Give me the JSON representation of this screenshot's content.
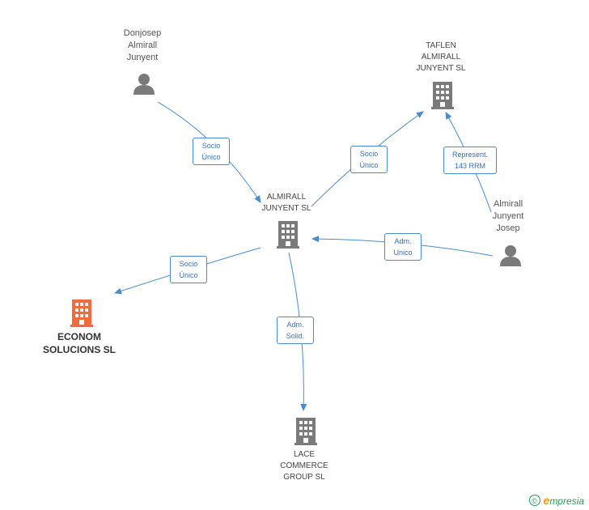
{
  "nodes": {
    "donjosep": {
      "label": "Donjosep\nAlmirall\nJunyent",
      "kind": "person"
    },
    "taflen": {
      "label": "TAFLEN\nALMIRALL\nJUNYENT  SL",
      "kind": "company"
    },
    "almirall_junyent_sl": {
      "label": "ALMIRALL\nJUNYENT SL",
      "kind": "company"
    },
    "almirall_josep": {
      "label": "Almirall\nJunyent\nJosep",
      "kind": "person"
    },
    "econom": {
      "label": "ECONOM\nSOLUCIONS SL",
      "kind": "company-focus"
    },
    "lace": {
      "label": "LACE\nCOMMERCE\nGROUP SL",
      "kind": "company"
    }
  },
  "edges": {
    "e1": {
      "label": "Socio\nÚnico"
    },
    "e2": {
      "label": "Socio\nÚnico"
    },
    "e3": {
      "label": "Represent.\n143 RRM"
    },
    "e4": {
      "label": "Adm.\nUnico"
    },
    "e5": {
      "label": "Socio\nÚnico"
    },
    "e6": {
      "label": "Adm.\nSolid."
    }
  },
  "footer": {
    "copyright_symbol": "©",
    "brand_first": "e",
    "brand_rest": "mpresia"
  },
  "colors": {
    "edge": "#4a8ad0",
    "icon": "#7a7a7a",
    "focus": "#f26a3d"
  }
}
